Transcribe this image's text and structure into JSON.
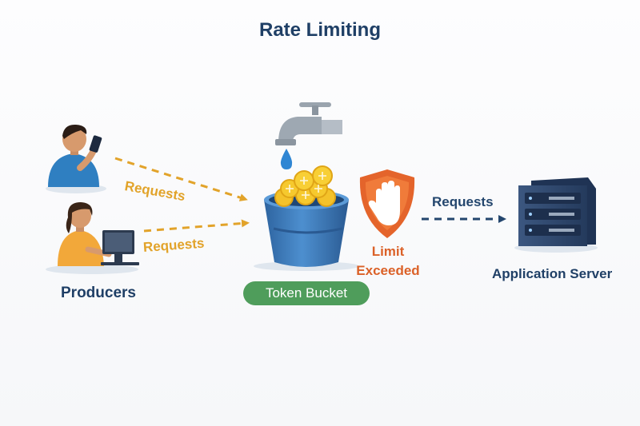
{
  "title": "Rate Limiting",
  "producers": {
    "label": "Producers",
    "request_label_1": "Requests",
    "request_label_2": "Requests"
  },
  "bucket": {
    "label": "Token Bucket"
  },
  "limiter": {
    "line1": "Limit",
    "line2": "Exceeded"
  },
  "server": {
    "label": "Application Server",
    "request_label": "Requests"
  },
  "colors": {
    "title": "#1f3f66",
    "producer_arrow": "#e2a32a",
    "server_arrow": "#24466e",
    "bucket_blue": "#3a78b8",
    "token_gold": "#f4c22a",
    "shield_orange": "#e4642b",
    "label_green": "#4f9d5b",
    "server_body": "#2e4466"
  }
}
